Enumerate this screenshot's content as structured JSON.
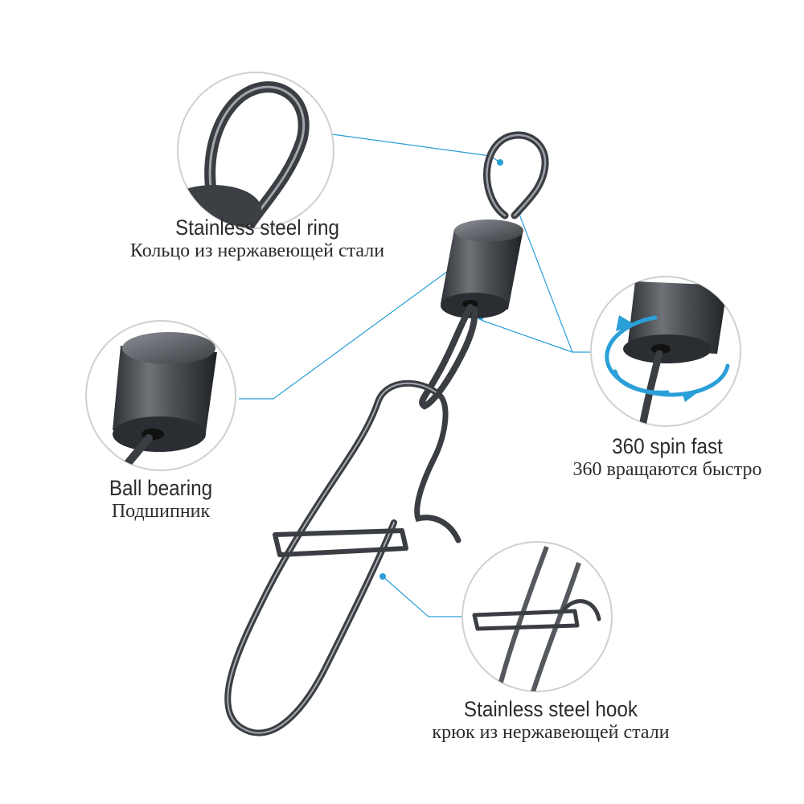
{
  "callouts": {
    "ring": {
      "title": "Stainless steel ring",
      "subtitle": "Кольцо из нержавеющей стали"
    },
    "bearing": {
      "title": "Ball bearing",
      "subtitle": "Подшипник"
    },
    "spin": {
      "title": "360 spin fast",
      "subtitle": "360 вращаются быстро"
    },
    "hook": {
      "title": "Stainless steel hook",
      "subtitle": "крюк из нержавеющей стали"
    }
  },
  "colors": {
    "accent": "#2a9fd8",
    "circle_border": "#d0d0d0",
    "text": "#2b2b2b",
    "metal_dark": "#3a3d42",
    "metal_light": "#8a8e94"
  },
  "icons": {
    "rotation": "circular-arrows-icon"
  }
}
